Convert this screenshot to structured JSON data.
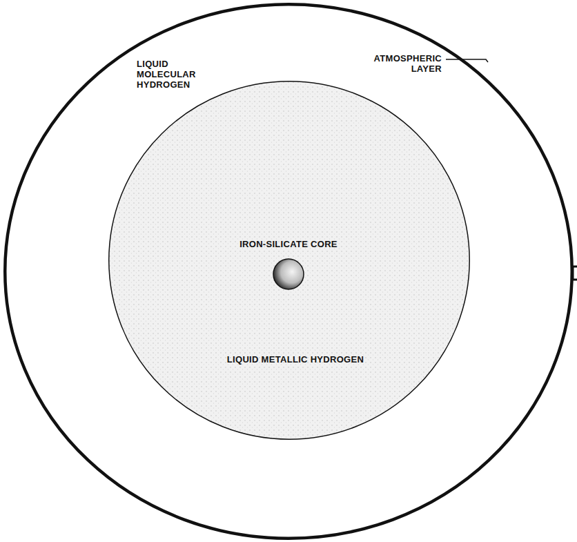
{
  "diagram": {
    "nodes": [
      {
        "text": [
          "LIQUID MOLECULAR HYDROGEN"
        ]
      },
      {
        "text": [
          "LIQUID METALLIC HYDROGEN"
        ],
        "in": 0
      },
      {
        "text": [
          "IRON-SILICATE CORE"
        ],
        "in": 1
      }
    ],
    "labels": [
      "ATMOSPHERIC LAYER"
    ]
  }
}
